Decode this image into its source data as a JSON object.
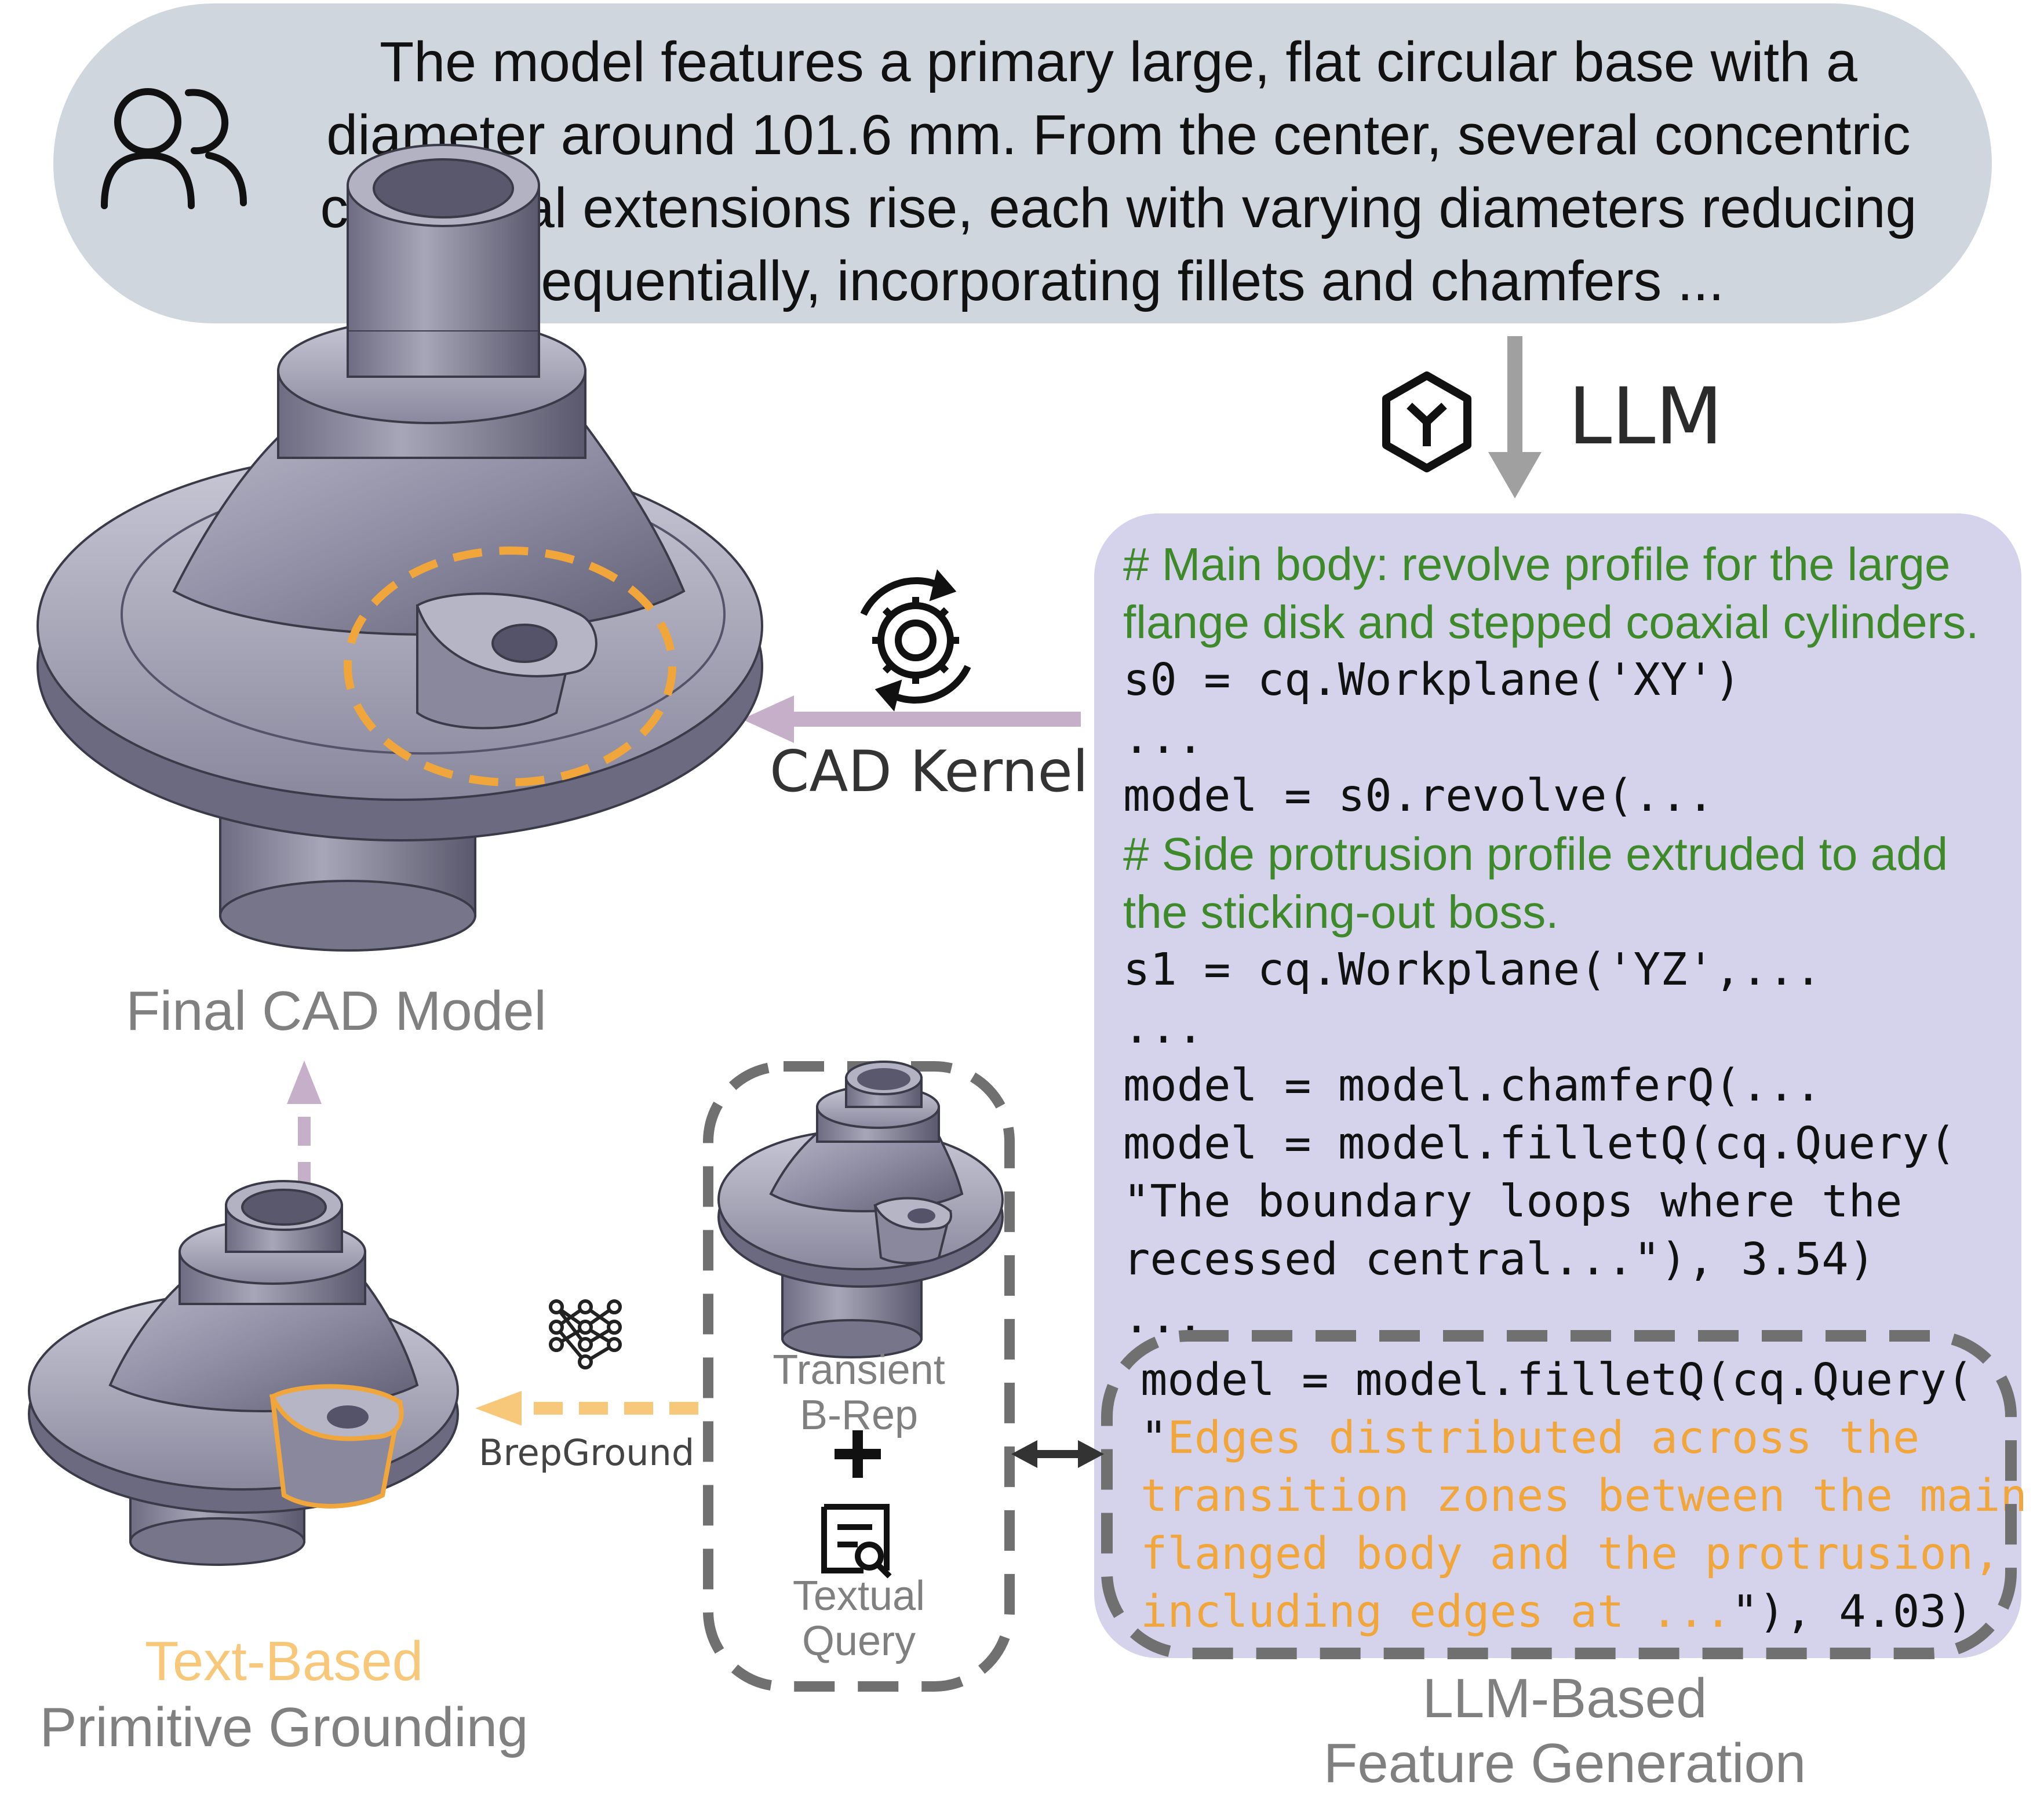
{
  "prompt": {
    "lines": [
      "The model features a primary large, flat circular base with a",
      "diameter around 101.6 mm. From the center, several concentric",
      "cylindrical extensions rise, each with varying diameters reducing",
      "sequentially, incorporating fillets and chamfers ..."
    ],
    "icon": "users-icon"
  },
  "llm": {
    "label": "LLM",
    "icon": "hexagon-y-icon"
  },
  "cad_kernel": {
    "label": "CAD Kernel",
    "icon": "gear-cycle-icon"
  },
  "final_model": {
    "caption": "Final CAD Model"
  },
  "grounding": {
    "caption_highlight": "Text-Based",
    "caption_rest": "Primitive Grounding"
  },
  "brepground": {
    "label": "BrepGround",
    "icon": "neural-network-icon"
  },
  "middle": {
    "top": [
      "Transient",
      "B-Rep"
    ],
    "plus": "+",
    "bottom": [
      "Textual",
      "Query"
    ],
    "icon": "document-search-icon"
  },
  "code": {
    "lines": [
      {
        "text": "# Main body: revolve profile for the large",
        "kind": "comment"
      },
      {
        "text": "flange disk and stepped coaxial cylinders.",
        "kind": "comment"
      },
      {
        "text": "s0 = cq.Workplane('XY')",
        "kind": "code"
      },
      {
        "text": "...",
        "kind": "code"
      },
      {
        "text": "model = s0.revolve(...",
        "kind": "code"
      },
      {
        "text": "# Side protrusion profile extruded to add",
        "kind": "comment"
      },
      {
        "text": "the sticking-out boss.",
        "kind": "comment"
      },
      {
        "text": "s1 = cq.Workplane('YZ',...",
        "kind": "code"
      },
      {
        "text": "...",
        "kind": "code"
      },
      {
        "text": "model = model.chamferQ(...",
        "kind": "code"
      },
      {
        "text": "model = model.filletQ(cq.Query(",
        "kind": "code"
      },
      {
        "text": "\"The boundary loops where the",
        "kind": "code"
      },
      {
        "text": "recessed central...\"), 3.54)",
        "kind": "code"
      },
      {
        "text": "...",
        "kind": "code"
      }
    ],
    "highlight": {
      "first": "model = model.filletQ(cq.Query(",
      "quote": "\"",
      "l1": "Edges distributed across the",
      "l2": "transition zones between the main",
      "l3": "flanged body and the protrusion,",
      "l4": "including edges at ...",
      "tail": "\"), 4.03)"
    }
  },
  "panel_caption": [
    "LLM-Based",
    "Feature Generation"
  ],
  "colors": {
    "prompt_bg": "#cfd6de",
    "code_bg": "#d5d3ec",
    "comment": "#3e8a2a",
    "highlight": "#f0a63a",
    "kernel_arrow": "#c6afc8",
    "dashed_gray": "#707070"
  }
}
